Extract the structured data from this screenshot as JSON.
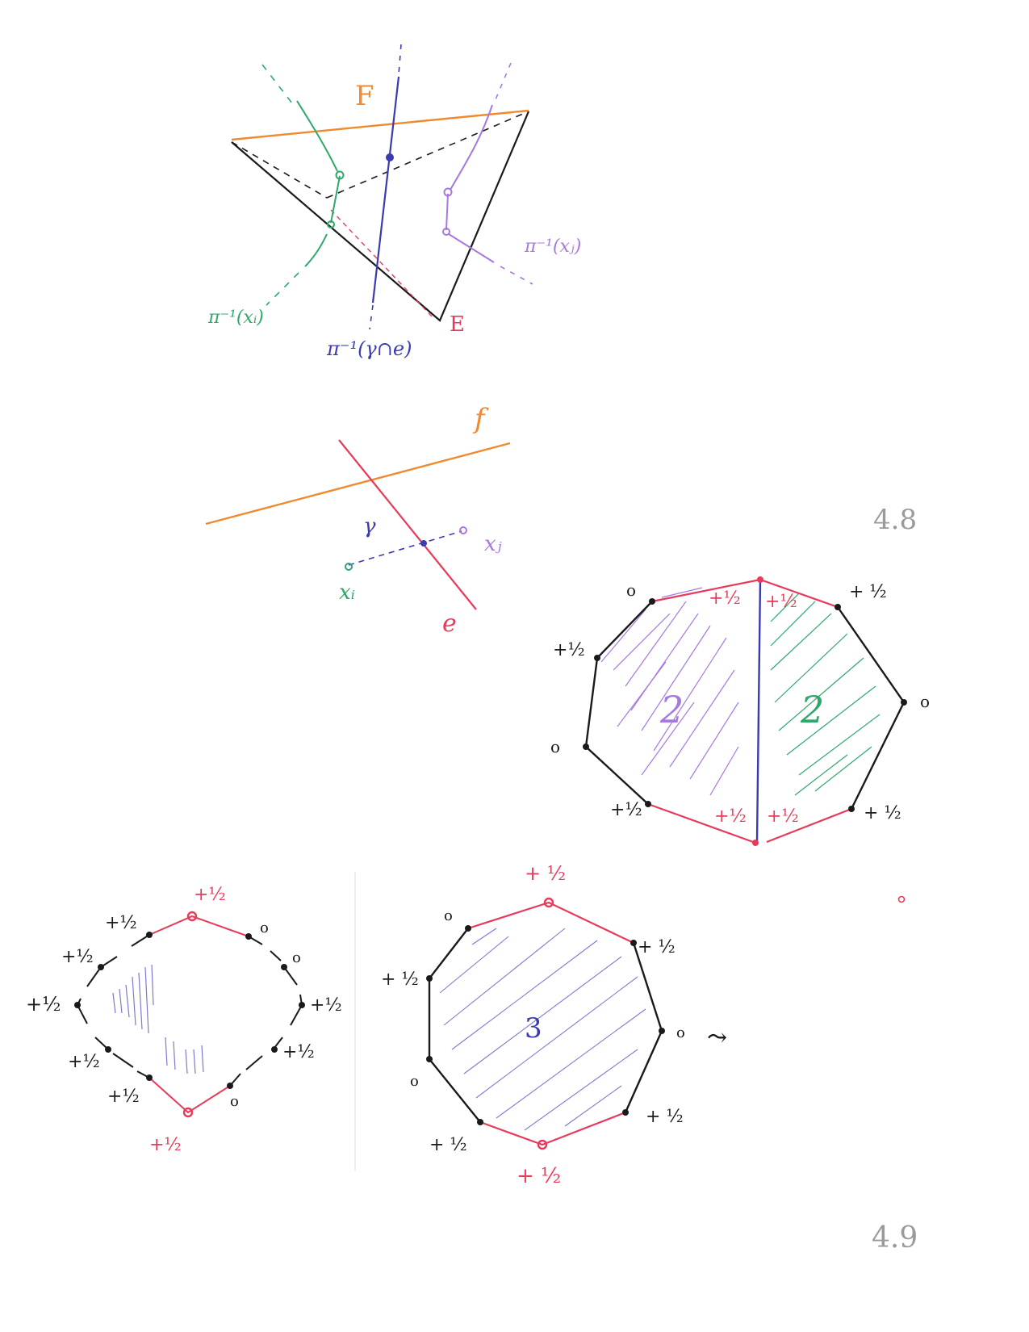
{
  "colors": {
    "black": "#1a1a1a",
    "orange": "#f08a2e",
    "green": "#2ea86a",
    "blue": "#3b3bb0",
    "purple": "#a679e0",
    "red": "#e63b5a",
    "gray": "#9a9a9a",
    "lightblue": "#7a7ad0"
  },
  "fig1": {
    "label_F": "F",
    "label_E": "E",
    "label_xi": "π⁻¹(xᵢ)",
    "label_xj": "π⁻¹(xⱼ)",
    "label_gamma_e": "π⁻¹(γ∩e)"
  },
  "fig2": {
    "label_f": "f",
    "label_gamma": "γ",
    "label_xi": "xᵢ",
    "label_xj": "xⱼ",
    "label_e": "e"
  },
  "page_number_top": "4.8",
  "page_number_bottom": "4.9",
  "fig3": {
    "region_left": "2",
    "region_right": "2",
    "labels": {
      "top_left_0": "o",
      "top_mid_left": "+½",
      "top_mid_right": "+½",
      "top_right": "+ ½",
      "left_upper": "+½",
      "right_mid": "o",
      "left_lower": "o",
      "bottom_left": "+½",
      "bottom_mid_left": "+½",
      "bottom_mid_right": "+½",
      "bottom_right": "+ ½"
    }
  },
  "fig4": {
    "labels": {
      "top": "+½",
      "upper_left_1": "+½",
      "upper_left_2": "+½",
      "left": "+½",
      "lower_left_1": "+½",
      "lower_left_2": "+½",
      "bottom": "+½",
      "upper_right_1": "o",
      "upper_right_2": "o",
      "right": "+½",
      "lower_right_1": "+½",
      "lower_right_2": "o"
    }
  },
  "fig5": {
    "region": "3",
    "arrow": "⤳",
    "labels": {
      "top": "+ ½",
      "upper_left": "o",
      "left_upper": "+ ½",
      "left_lower": "o",
      "lower_left": "+ ½",
      "bottom": "+ ½",
      "upper_right": "+ ½",
      "right": "o",
      "lower_right": "+ ½"
    }
  },
  "stray_dot_label": ""
}
